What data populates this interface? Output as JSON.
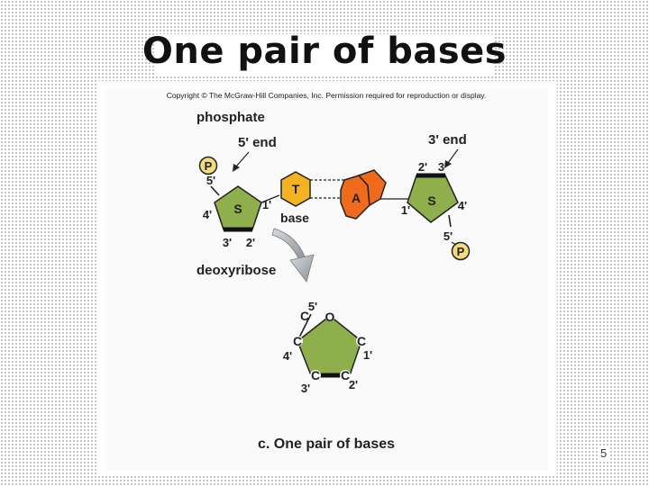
{
  "title": "One pair of bases",
  "copyright": "Copyright © The McGraw-Hill Companies, Inc. Permission required for reproduction or display.",
  "caption": "c. One pair of bases",
  "page_number": "5",
  "labels": {
    "phosphate": "phosphate",
    "five_prime_end": "5' end",
    "three_prime_end": "3' end",
    "base": "base",
    "deoxyribose": "deoxyribose"
  },
  "left_nucleotide": {
    "phosphate": "P",
    "sugar": "S",
    "base": "T",
    "pos_5": "5'",
    "pos_4": "4'",
    "pos_1": "1'",
    "pos_3": "3'",
    "pos_2": "2'"
  },
  "right_nucleotide": {
    "phosphate": "P",
    "sugar": "S",
    "base": "A",
    "pos_2": "2'",
    "pos_3": "3'",
    "pos_1": "1'",
    "pos_4": "4'",
    "pos_5": "5'"
  },
  "ring": {
    "oxygen": "O",
    "carbon": "C",
    "pos_5": "5'",
    "pos_4": "4'",
    "pos_3": "3'",
    "pos_2": "2'",
    "pos_1": "1'"
  },
  "colors": {
    "sugar": "#8fae4c",
    "thymine": "#f5b324",
    "adenine": "#ef6a1d",
    "phosphate": "#f4dc7e",
    "arrow": "#9aa0a6"
  }
}
